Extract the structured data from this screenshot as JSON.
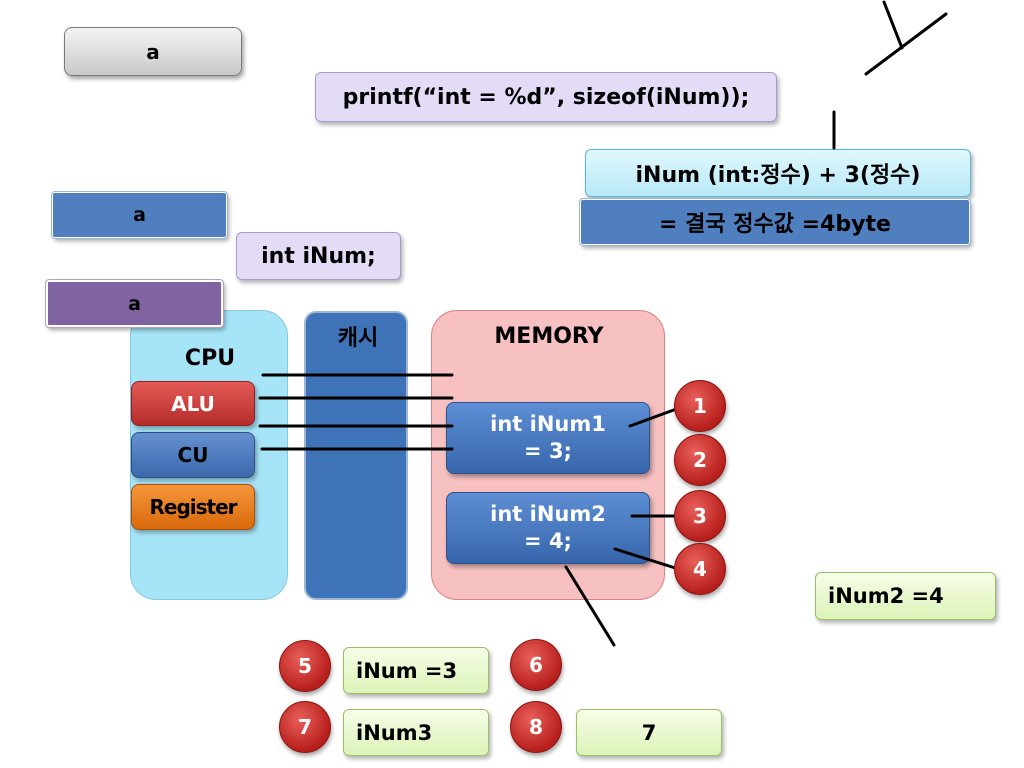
{
  "top_button": {
    "label": "a"
  },
  "printf_box": {
    "text": "printf(“int = %d”, sizeof(iNum));"
  },
  "expr_box": {
    "text": "iNum (int:정수) + 3(정수)"
  },
  "result_box": {
    "text": "=  결국 정수값 =4byte"
  },
  "blue_bar": {
    "label": "a"
  },
  "decl_box": {
    "text": "int iNum;"
  },
  "purple_bar": {
    "label": "a"
  },
  "cpu": {
    "title": "CPU",
    "alu": "ALU",
    "cu": "CU",
    "register": "Register"
  },
  "cache": {
    "title": "캐시"
  },
  "memory": {
    "title": "MEMORY",
    "cell1": {
      "line1": "int iNum1",
      "line2": "= 3;"
    },
    "cell2": {
      "line1": "int iNum2",
      "line2": "= 4;"
    }
  },
  "circles": [
    "1",
    "2",
    "3",
    "4",
    "5",
    "6",
    "7",
    "8"
  ],
  "side_result": {
    "text": "iNum2 =4"
  },
  "answers": {
    "a5": "iNum =3",
    "a7": "iNum3",
    "a8": "7"
  },
  "colors": {
    "cpu_panel": "#a6e4f7",
    "cache_panel": "#3f73b8",
    "memory_panel": "#f7c1c1",
    "circle_red": "#c0302c",
    "answer_green": "#e2f5c4"
  }
}
